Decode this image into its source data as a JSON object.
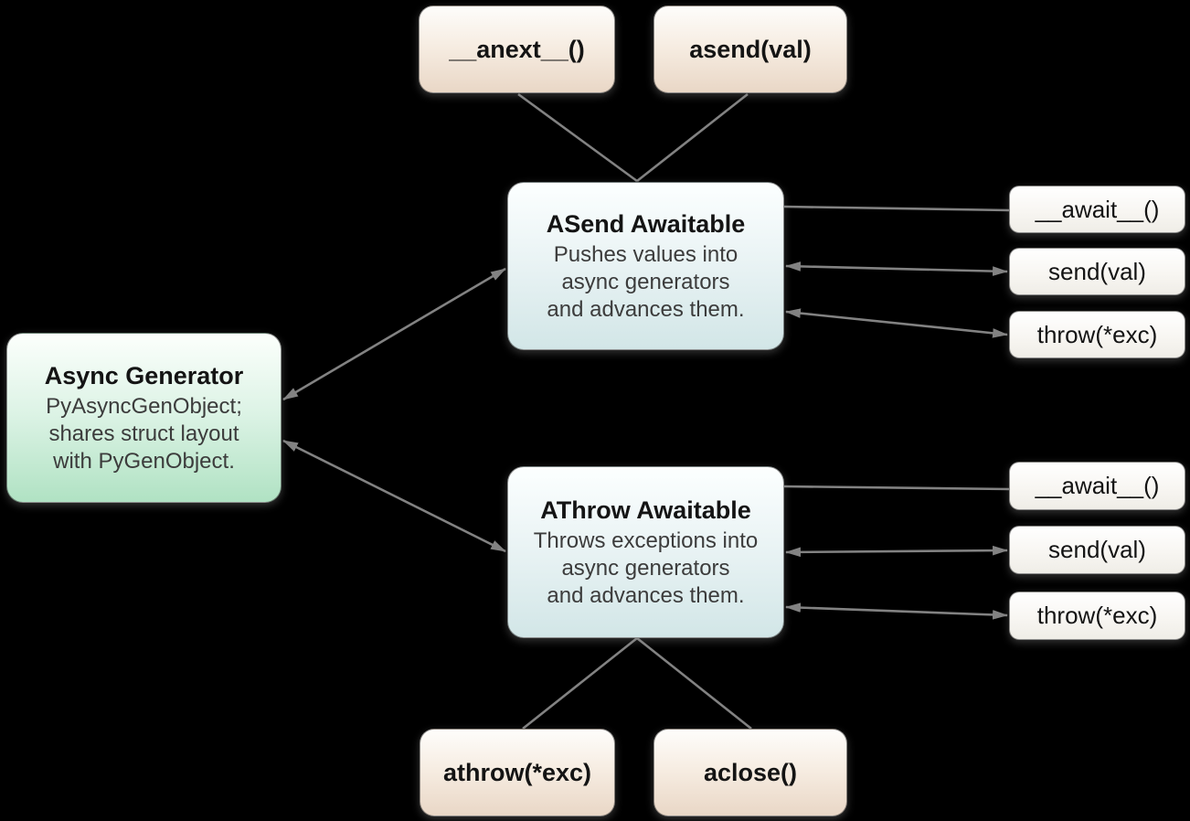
{
  "colors": {
    "background": "#000000",
    "edge": "#828282",
    "title_text": "#141414",
    "body_text": "#3c3c3c",
    "tan_box_bottom": "#e9d7c6",
    "green_box_bottom": "#b0e2c3",
    "blue_box_bottom": "#d2e6e7",
    "white_box_bottom": "#efede7"
  },
  "nodes": {
    "anext": {
      "label": "__anext__()"
    },
    "asend": {
      "label": "asend(val)"
    },
    "async_generator": {
      "title": "Async Generator",
      "body": "PyAsyncGenObject;\nshares struct layout\nwith PyGenObject."
    },
    "asend_awaitable": {
      "title": "ASend Awaitable",
      "body": "Pushes values into\nasync generators\nand advances them."
    },
    "athrow_awaitable": {
      "title": "AThrow Awaitable",
      "body": "Throws exceptions into\nasync generators\nand advances them."
    },
    "asend_await": {
      "label": "__await__()"
    },
    "asend_send": {
      "label": "send(val)"
    },
    "asend_throw": {
      "label": "throw(*exc)"
    },
    "athrow_await": {
      "label": "__await__()"
    },
    "athrow_send": {
      "label": "send(val)"
    },
    "athrow_throw": {
      "label": "throw(*exc)"
    },
    "athrow_method": {
      "label": "athrow(*exc)"
    },
    "aclose": {
      "label": "aclose()"
    }
  },
  "edges": [
    {
      "from": "anext",
      "to": "asend_awaitable",
      "arrows": "none"
    },
    {
      "from": "asend",
      "to": "asend_awaitable",
      "arrows": "none"
    },
    {
      "from": "asend_awaitable",
      "to": "asend_await",
      "arrows": "none"
    },
    {
      "from": "asend_awaitable",
      "to": "asend_send",
      "arrows": "both"
    },
    {
      "from": "asend_awaitable",
      "to": "asend_throw",
      "arrows": "both"
    },
    {
      "from": "async_generator",
      "to": "asend_awaitable",
      "arrows": "both"
    },
    {
      "from": "async_generator",
      "to": "athrow_awaitable",
      "arrows": "both"
    },
    {
      "from": "athrow_awaitable",
      "to": "athrow_await",
      "arrows": "none"
    },
    {
      "from": "athrow_awaitable",
      "to": "athrow_send",
      "arrows": "both"
    },
    {
      "from": "athrow_awaitable",
      "to": "athrow_throw",
      "arrows": "both"
    },
    {
      "from": "athrow_awaitable",
      "to": "athrow_method",
      "arrows": "none"
    },
    {
      "from": "athrow_awaitable",
      "to": "aclose",
      "arrows": "none"
    }
  ]
}
